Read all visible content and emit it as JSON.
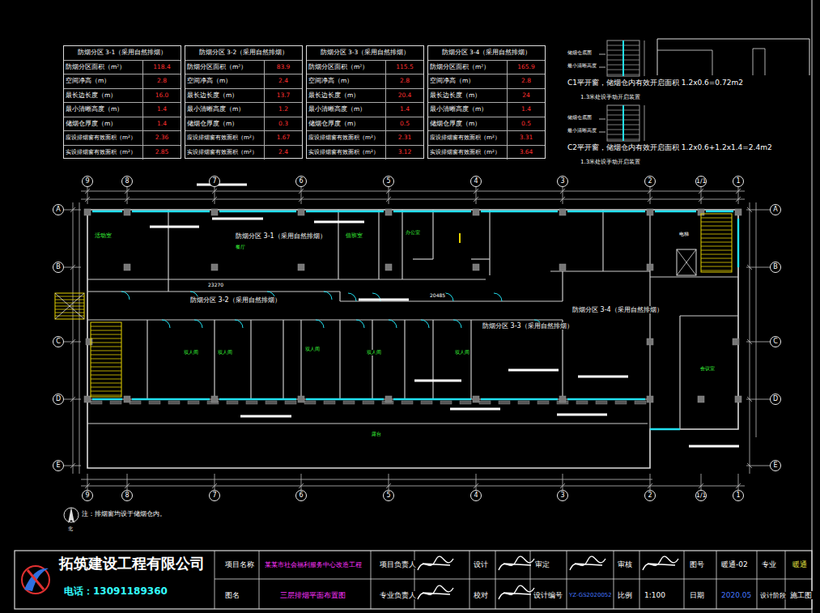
{
  "diagram": {
    "nodes": [
      {
        "text": [
          "防烟分区 3-1（采用自然排烟）",
          "防烟分区面积（m²）",
          "118.4",
          "空间净高（m）",
          "2.8",
          "最长边长度（m）",
          "16.0",
          "最小清晰高度（m）",
          "1.4",
          "储烟仓厚度（m）",
          "1.4",
          "应设排烟窗有效面积（m²）",
          "2.36",
          "实设排烟窗有效面积（m²）",
          "2.85"
        ]
      },
      {
        "text": [
          "防烟分区 3-2（采用自然排烟）",
          "防烟分区面积（m²）",
          "83.9",
          "空间净高（m）",
          "2.4",
          "最长边长度（m）",
          "13.7",
          "最小清晰高度（m）",
          "1.2",
          "储烟仓厚度（m）",
          "0.3",
          "应设排烟窗有效面积（m²）",
          "1.67",
          "实设排烟窗有效面积（m²）",
          "2.4"
        ]
      },
      {
        "text": [
          "防烟分区 3-3（采用自然排烟）",
          "防烟分区面积（m²）",
          "115.5",
          "空间净高（m）",
          "2.8",
          "最长边长度（m）",
          "20.4",
          "最小清晰高度（m）",
          "1.4",
          "储烟仓厚度（m）",
          "0.5",
          "应设排烟窗有效面积（m²）",
          "2.31",
          "实设排烟窗有效面积（m²）",
          "3.12"
        ]
      },
      {
        "text": [
          "防烟分区 3-4（采用自然排烟）",
          "防烟分区面积（m²）",
          "165.9",
          "空间净高（m）",
          "2.8",
          "最长边长度（m）",
          "24",
          "最小清晰高度（m）",
          "1.4",
          "储烟仓厚度（m）",
          "0.5",
          "应设排烟窗有效面积（m²）",
          "3.31",
          "实设排烟窗有效面积（m²）",
          "3.64"
        ]
      },
      {
        "text": [
          "9"
        ]
      },
      {
        "text": [
          "8"
        ]
      },
      {
        "text": [
          "7"
        ]
      },
      {
        "text": [
          "6"
        ]
      },
      {
        "text": [
          "5"
        ]
      },
      {
        "text": [
          "4"
        ]
      },
      {
        "text": [
          "3"
        ]
      },
      {
        "text": [
          "2"
        ]
      },
      {
        "text": [
          "1/1"
        ]
      },
      {
        "text": [
          "1"
        ]
      },
      {
        "text": [
          "A"
        ]
      },
      {
        "text": [
          "B"
        ]
      },
      {
        "text": [
          "C"
        ]
      },
      {
        "text": [
          "D"
        ]
      },
      {
        "text": [
          "E"
        ]
      },
      {
        "text": [
          "A"
        ]
      },
      {
        "text": [
          "B"
        ]
      },
      {
        "text": [
          "C"
        ]
      },
      {
        "text": [
          "D"
        ]
      },
      {
        "text": [
          "E"
        ]
      },
      {
        "text": [
          "9"
        ]
      },
      {
        "text": [
          "8"
        ]
      },
      {
        "text": [
          "7"
        ]
      },
      {
        "text": [
          "6"
        ]
      },
      {
        "text": [
          "5"
        ]
      },
      {
        "text": [
          "4"
        ]
      },
      {
        "text": [
          "3"
        ]
      },
      {
        "text": [
          "2"
        ]
      },
      {
        "text": [
          "1/1"
        ]
      },
      {
        "text": [
          "1"
        ]
      }
    ],
    "labels": [
      "储烟仓底面",
      "最小清晰高度",
      "C1平开窗，储烟仓内有效开启面积 1.2x0.6=0.72m2",
      "1.3米处设手动开启装置",
      "储烟仓底面",
      "最小清晰高度",
      "C2平开窗，储烟仓内有效开启面积 1.2x0.6+1.2x1.4=2.4m2",
      "1.3米处设手动开启装置",
      "活动室",
      "防烟分区 3-1（采用自然排烟）",
      "餐厅",
      "值班室",
      "办公室",
      "防烟分区 3-2（采用自然排烟）",
      "23270",
      "20485",
      "防烟分区 3-3（采用自然排烟）",
      "防烟分区 3-4（采用自然排烟）",
      "双人间",
      "双人间",
      "双人间",
      "双人间",
      "双人间",
      "会议室",
      "电梯",
      "露台",
      "注：排烟窗均设于储烟仓内。",
      "北",
      "拓筑建设工程有限公司",
      "电话：13091189360",
      "项目名称",
      "某某市社会福利服务中心改造工程",
      "项目负责人",
      "设计",
      "审定",
      "审核",
      "图号",
      "暖通-02",
      "专业",
      "暖通",
      "图名",
      "三层排烟平面布置图",
      "专业负责人",
      "校对",
      "设计编号",
      "YZ-GS2020052",
      "比例",
      "1:100",
      "日期",
      "2020.05",
      "设计阶段",
      "施工图"
    ]
  }
}
